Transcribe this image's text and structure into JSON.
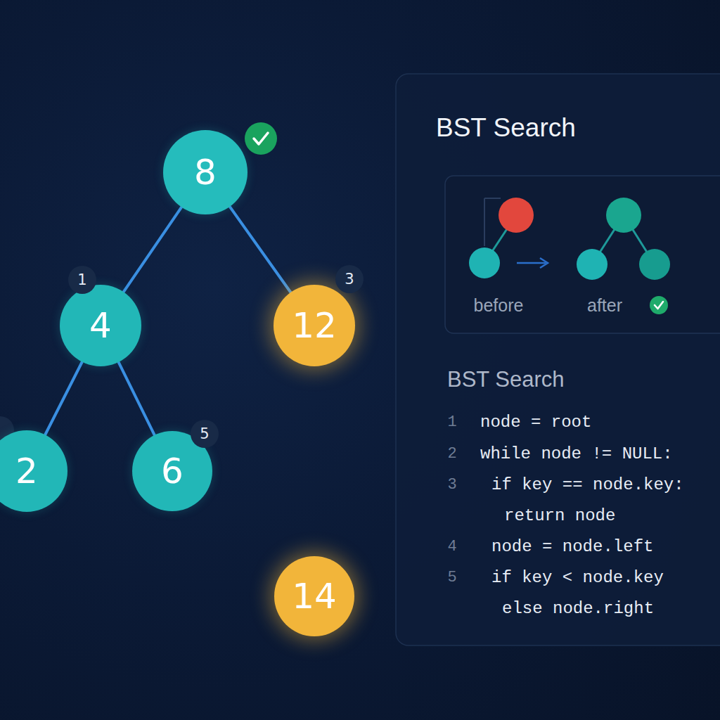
{
  "diagram": {
    "title": "BST Search",
    "nodes": [
      {
        "text": [
          "8"
        ]
      },
      {
        "text": [
          "4"
        ]
      },
      {
        "text": [
          "12"
        ]
      },
      {
        "text": [
          "2"
        ]
      },
      {
        "text": [
          "6"
        ]
      },
      {
        "text": [
          "14"
        ]
      }
    ],
    "edges": [
      {
        "from": 0,
        "to": 1,
        "arrow": "none"
      },
      {
        "from": 0,
        "to": 2,
        "arrow": "none"
      },
      {
        "from": 1,
        "to": 3,
        "arrow": "none"
      },
      {
        "from": 1,
        "to": 4,
        "arrow": "none"
      },
      {
        "from": 2,
        "to": 5,
        "arrow": "none"
      }
    ],
    "labels": [
      "1",
      "3",
      "5",
      "before",
      "after",
      "BST Search",
      "1",
      "node = root",
      "2",
      "while node != NULL:",
      "3",
      "if key == node.key:",
      "return node",
      "4",
      "node = node.left",
      "5",
      "if key < node.key",
      "else node.right"
    ]
  }
}
